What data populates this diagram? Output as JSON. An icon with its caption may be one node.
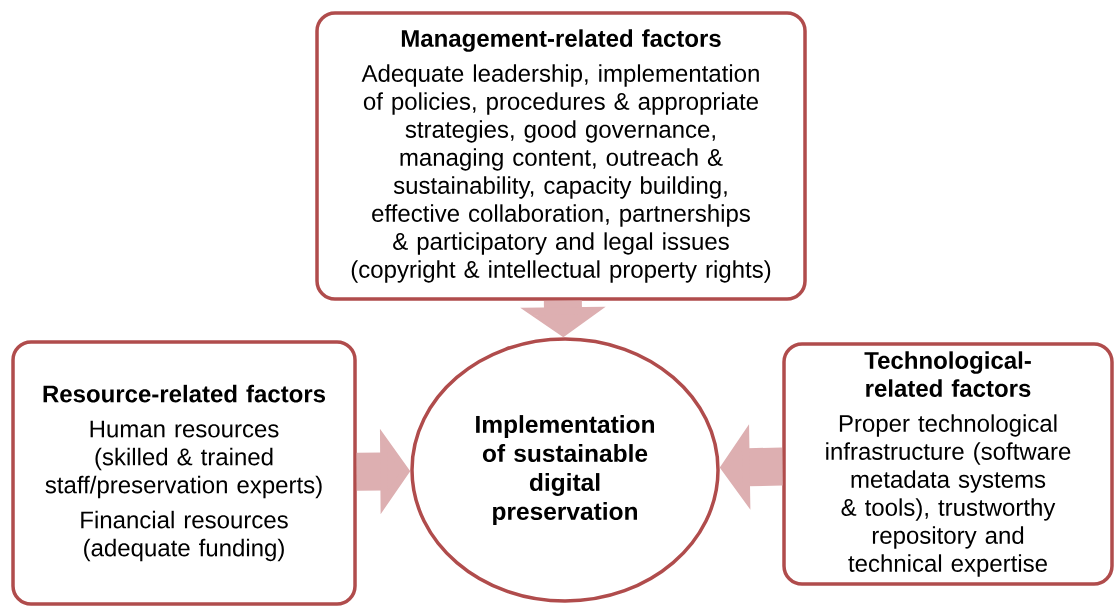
{
  "diagram": {
    "nodes": [
      {
        "text": [
          "Management-related factors",
          "Adequate leadership, implementation of policies, procedures & appropriate strategies, good governance, managing content, outreach & sustainability, capacity building, effective collaboration, partnerships & participatory and legal issues (copyright & intellectual property rights)"
        ]
      },
      {
        "text": [
          "Resource-related factors",
          "Human resources (skilled & trained staff/preservation experts)",
          "Financial resources (adequate funding)"
        ]
      },
      {
        "text": [
          "Implementation of sustainable digital preservation"
        ]
      },
      {
        "text": [
          "Technological-related factors",
          "Proper technological infrastructure (software metadata systems & tools), trustworthy repository and technical expertise"
        ]
      }
    ],
    "edges": [
      {
        "from": 0,
        "to": 2,
        "arrow": "to"
      },
      {
        "from": 1,
        "to": 2,
        "arrow": "to"
      },
      {
        "from": 3,
        "to": 2,
        "arrow": "to"
      }
    ]
  }
}
